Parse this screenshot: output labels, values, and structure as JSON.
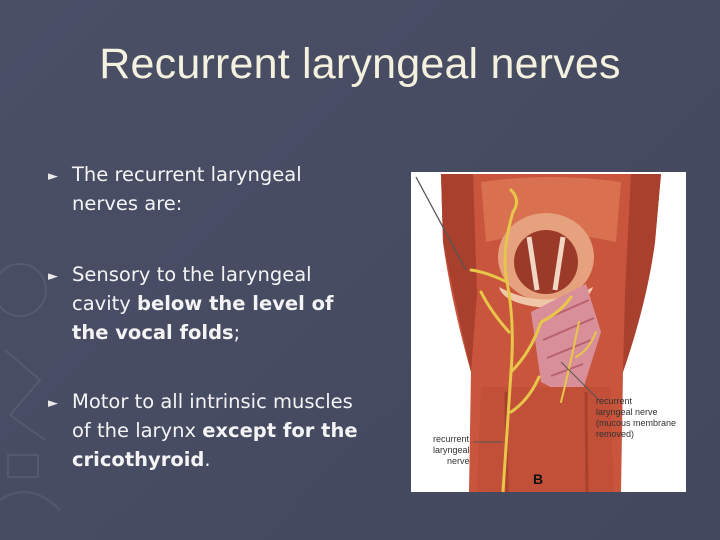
{
  "slide": {
    "title": "Recurrent laryngeal nerves"
  },
  "bullets": [
    {
      "parts": [
        {
          "text": "The recurrent laryngeal nerves are:",
          "bold": false
        }
      ]
    },
    {
      "parts": [
        {
          "text": "Sensory to the laryngeal cavity ",
          "bold": false
        },
        {
          "text": "below the level of the vocal folds",
          "bold": true
        },
        {
          "text": ";",
          "bold": false
        }
      ]
    },
    {
      "parts": [
        {
          "text": "Motor to all intrinsic muscles of the larynx ",
          "bold": false
        },
        {
          "text": "except for the cricothyroid",
          "bold": true
        },
        {
          "text": ".",
          "bold": false
        }
      ]
    }
  ],
  "figure": {
    "label_right": {
      "line1": "recurrent",
      "line2": "laryngeal nerve",
      "line3": "(mucous membrane",
      "line4": "removed)"
    },
    "label_left": {
      "line1": "recurrent",
      "line2": "laryngeal",
      "line3": "nerve"
    },
    "panel_letter": "B"
  },
  "colors": {
    "background": "#474c63",
    "title": "#f4f1df",
    "text": "#f4f4f4",
    "tissue": "#c8553c",
    "nerve": "#e8c64a"
  }
}
